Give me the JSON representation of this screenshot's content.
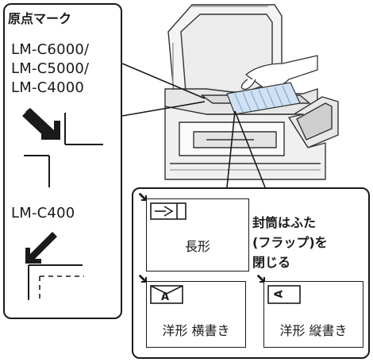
{
  "left_panel": {
    "title": "原点マーク",
    "models_top": [
      "LM-C6000/",
      "LM-C5000/",
      "LM-C4000"
    ],
    "model_bottom": "LM-C400"
  },
  "right_panel": {
    "envelopes": [
      {
        "label": "長形",
        "flap_letter": ""
      },
      {
        "label": "洋形 横書き",
        "flap_letter": "A"
      },
      {
        "label": "洋形 縦書き",
        "flap_letter": "A"
      }
    ],
    "note": "封筒はふた\n(フラップ)を\n閉じる"
  },
  "icons": {
    "origin_mark_top": "origin-corner-arrow-icon",
    "origin_mark_bottom": "origin-corner-arrow-icon",
    "envelope_corner": "small-corner-arrow-icon"
  }
}
